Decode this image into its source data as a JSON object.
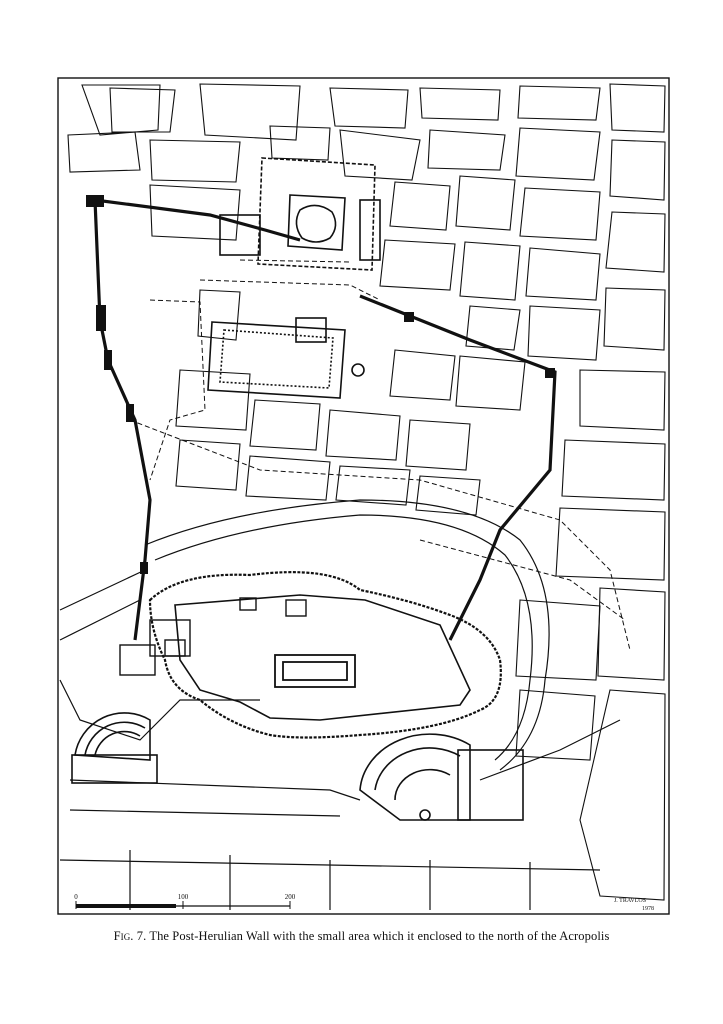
{
  "figure": {
    "label": "Fig. 7.",
    "caption_text": "The Post-Herulian Wall with the small area which it enclosed to the north of the Acropolis"
  },
  "scale_bar": {
    "ticks": [
      "0",
      "100",
      "200"
    ]
  },
  "signature": {
    "author": "J. TRAVLOS",
    "year": "1978"
  },
  "colors": {
    "ink": "#111111",
    "paper": "#ffffff"
  }
}
